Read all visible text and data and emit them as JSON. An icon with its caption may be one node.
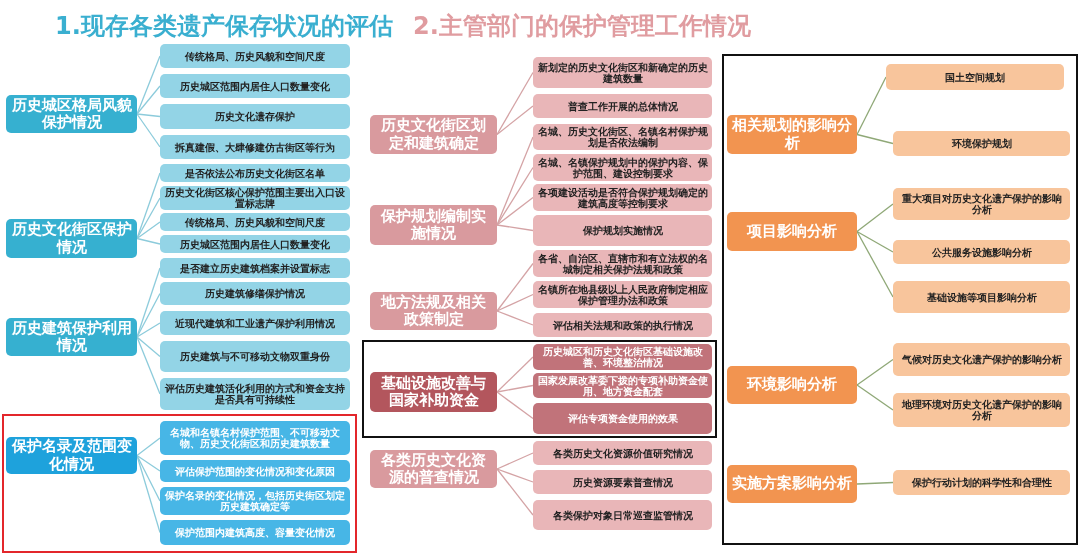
{
  "diagram": {
    "nodes": [
      {
        "text": [
          "历史城区格局风貌保护情况"
        ]
      },
      {
        "text": [
          "传统格局、历史风貌和空间尺度"
        ]
      },
      {
        "text": [
          "历史城区范围内居住人口数量变化"
        ]
      },
      {
        "text": [
          "历史文化遗存保护"
        ]
      },
      {
        "text": [
          "拆真建假、大肆修建仿古街区等行为"
        ]
      },
      {
        "text": [
          "历史文化街区保护情况"
        ]
      },
      {
        "text": [
          "是否依法公布历史文化街区名单"
        ]
      },
      {
        "text": [
          "历史文化街区核心保护范围主要出入口设置标志牌"
        ]
      },
      {
        "text": [
          "传统格局、历史风貌和空间尺度"
        ]
      },
      {
        "text": [
          "历史城区范围内居住人口数量变化"
        ]
      },
      {
        "text": [
          "历史建筑保护利用情况"
        ]
      },
      {
        "text": [
          "是否建立历史建筑档案并设置标志"
        ]
      },
      {
        "text": [
          "历史建筑修缮保护情况"
        ]
      },
      {
        "text": [
          "近现代建筑和工业遗产保护利用情况"
        ]
      },
      {
        "text": [
          "历史建筑与不可移动文物双重身份"
        ]
      },
      {
        "text": [
          "评估历史建筑活化利用的方式和资金支持是否具有可持续性"
        ]
      },
      {
        "text": [],
        "shape": "box"
      },
      {
        "text": [
          "保护名录及范围变化情况"
        ],
        "in": 16
      },
      {
        "text": [
          "名城和名镇名村保护范围、不可移动文物、历史文化街区和历史建筑数量"
        ],
        "in": 16
      },
      {
        "text": [
          "评估保护范围的变化情况和变化原因"
        ],
        "in": 16
      },
      {
        "text": [
          "保护名录的变化情况，包括历史街区划定历史建筑确定等"
        ],
        "in": 16
      },
      {
        "text": [
          "保护范围内建筑高度、容量变化情况"
        ],
        "in": 16
      },
      {
        "text": [
          "历史文化街区划定和建筑确定"
        ]
      },
      {
        "text": [
          "新划定的历史文化街区和新确定的历史建筑数量"
        ]
      },
      {
        "text": [
          "普查工作开展的总体情况"
        ]
      },
      {
        "text": [
          "保护规划编制实施情况"
        ]
      },
      {
        "text": [
          "名城、历史文化街区、名镇名村保护规划是否依法编制"
        ]
      },
      {
        "text": [
          "名城、名镇保护规划中的保护内容、保护范围、建设控制要求"
        ]
      },
      {
        "text": [
          "各项建设活动是否符合保护规划确定的建筑高度等控制要求"
        ]
      },
      {
        "text": [
          "保护规划实施情况"
        ]
      },
      {
        "text": [
          "地方法规及相关政策制定"
        ]
      },
      {
        "text": [
          "各省、自治区、直辖市和有立法权的名城制定相关保护法规和政策"
        ]
      },
      {
        "text": [
          "名镇所在地县级以上人民政府制定相应保护管理办法和政策"
        ]
      },
      {
        "text": [
          "评估相关法规和政策的执行情况"
        ]
      },
      {
        "text": [],
        "shape": "box"
      },
      {
        "text": [
          "基础设施改善与国家补助资金"
        ],
        "in": 34
      },
      {
        "text": [
          "历史城区和历史文化街区基础设施改善、环境整治情况"
        ],
        "in": 34
      },
      {
        "text": [
          "国家发展改革委下拨的专项补助资金使用、地方资金配套"
        ],
        "in": 34
      },
      {
        "text": [
          "评估专项资金使用的效果"
        ],
        "in": 34
      },
      {
        "text": [
          "各类历史文化资源的普查情况"
        ]
      },
      {
        "text": [
          "各类历史文化资源价值研究情况"
        ]
      },
      {
        "text": [
          "历史资源要素普查情况"
        ]
      },
      {
        "text": [
          "各类保护对象日常巡查监管情况"
        ]
      },
      {
        "text": [],
        "shape": "box"
      },
      {
        "text": [
          "相关规划的影响分析"
        ],
        "in": 43
      },
      {
        "text": [
          "国土空间规划"
        ],
        "in": 43
      },
      {
        "text": [
          "环境保护规划"
        ],
        "in": 43
      },
      {
        "text": [
          "项目影响分析"
        ],
        "in": 43
      },
      {
        "text": [
          "重大项目对历史文化遗产保护的影响分析"
        ],
        "in": 43
      },
      {
        "text": [
          "公共服务设施影响分析"
        ],
        "in": 43
      },
      {
        "text": [
          "基础设施等项目影响分析"
        ],
        "in": 43
      },
      {
        "text": [
          "环境影响分析"
        ],
        "in": 43
      },
      {
        "text": [
          "气候对历史文化遗产保护的影响分析"
        ],
        "in": 43
      },
      {
        "text": [
          "地理环境对历史文化遗产保护的影响分析"
        ],
        "in": 43
      },
      {
        "text": [
          "实施方案影响分析"
        ],
        "in": 43
      },
      {
        "text": [
          "保护行动计划的科学性和合理性"
        ],
        "in": 43
      }
    ],
    "edges": [
      {
        "from": 0,
        "to": 1,
        "arrow": "none"
      },
      {
        "from": 0,
        "to": 2,
        "arrow": "none"
      },
      {
        "from": 0,
        "to": 3,
        "arrow": "none"
      },
      {
        "from": 0,
        "to": 4,
        "arrow": "none"
      },
      {
        "from": 5,
        "to": 6,
        "arrow": "none"
      },
      {
        "from": 5,
        "to": 7,
        "arrow": "none"
      },
      {
        "from": 5,
        "to": 8,
        "arrow": "none"
      },
      {
        "from": 5,
        "to": 9,
        "arrow": "none"
      },
      {
        "from": 10,
        "to": 11,
        "arrow": "none"
      },
      {
        "from": 10,
        "to": 12,
        "arrow": "none"
      },
      {
        "from": 10,
        "to": 13,
        "arrow": "none"
      },
      {
        "from": 10,
        "to": 14,
        "arrow": "none"
      },
      {
        "from": 10,
        "to": 15,
        "arrow": "none"
      },
      {
        "from": 17,
        "to": 18,
        "arrow": "none"
      },
      {
        "from": 17,
        "to": 19,
        "arrow": "none"
      },
      {
        "from": 17,
        "to": 20,
        "arrow": "none"
      },
      {
        "from": 17,
        "to": 21,
        "arrow": "none"
      },
      {
        "from": 22,
        "to": 23,
        "arrow": "none",
        "color": "#d4a3a5"
      },
      {
        "from": 22,
        "to": 24,
        "arrow": "none",
        "color": "#d4a3a5"
      },
      {
        "from": 25,
        "to": 26,
        "arrow": "none",
        "color": "#d4a3a5"
      },
      {
        "from": 25,
        "to": 27,
        "arrow": "none",
        "color": "#d4a3a5"
      },
      {
        "from": 25,
        "to": 28,
        "arrow": "none",
        "color": "#d4a3a5"
      },
      {
        "from": 25,
        "to": 29,
        "arrow": "none",
        "color": "#d4a3a5"
      },
      {
        "from": 30,
        "to": 31,
        "arrow": "none",
        "color": "#d4a3a5"
      },
      {
        "from": 30,
        "to": 32,
        "arrow": "none",
        "color": "#d4a3a5"
      },
      {
        "from": 30,
        "to": 33,
        "arrow": "none",
        "color": "#d4a3a5"
      },
      {
        "from": 35,
        "to": 36,
        "arrow": "none",
        "color": "#d4a3a5"
      },
      {
        "from": 35,
        "to": 37,
        "arrow": "none",
        "color": "#d4a3a5"
      },
      {
        "from": 35,
        "to": 38,
        "arrow": "none",
        "color": "#d4a3a5"
      },
      {
        "from": 39,
        "to": 40,
        "arrow": "none",
        "color": "#d4a3a5"
      },
      {
        "from": 39,
        "to": 41,
        "arrow": "none",
        "color": "#d4a3a5"
      },
      {
        "from": 39,
        "to": 42,
        "arrow": "none",
        "color": "#d4a3a5"
      },
      {
        "from": 44,
        "to": 45,
        "arrow": "none",
        "color": "#8fa877"
      },
      {
        "from": 44,
        "to": 46,
        "arrow": "none",
        "color": "#8fa877"
      },
      {
        "from": 47,
        "to": 48,
        "arrow": "none",
        "color": "#8fa877"
      },
      {
        "from": 47,
        "to": 49,
        "arrow": "none",
        "color": "#8fa877"
      },
      {
        "from": 47,
        "to": 50,
        "arrow": "none",
        "color": "#8fa877"
      },
      {
        "from": 51,
        "to": 52,
        "arrow": "none",
        "color": "#8fa877"
      },
      {
        "from": 51,
        "to": 53,
        "arrow": "none",
        "color": "#8fa877"
      },
      {
        "from": 54,
        "to": 55,
        "arrow": "none",
        "color": "#8fa877"
      }
    ],
    "labels": [
      "1.现存各类遗产保存状况的评估",
      "2.主管部门的保护管理工作情况"
    ]
  }
}
